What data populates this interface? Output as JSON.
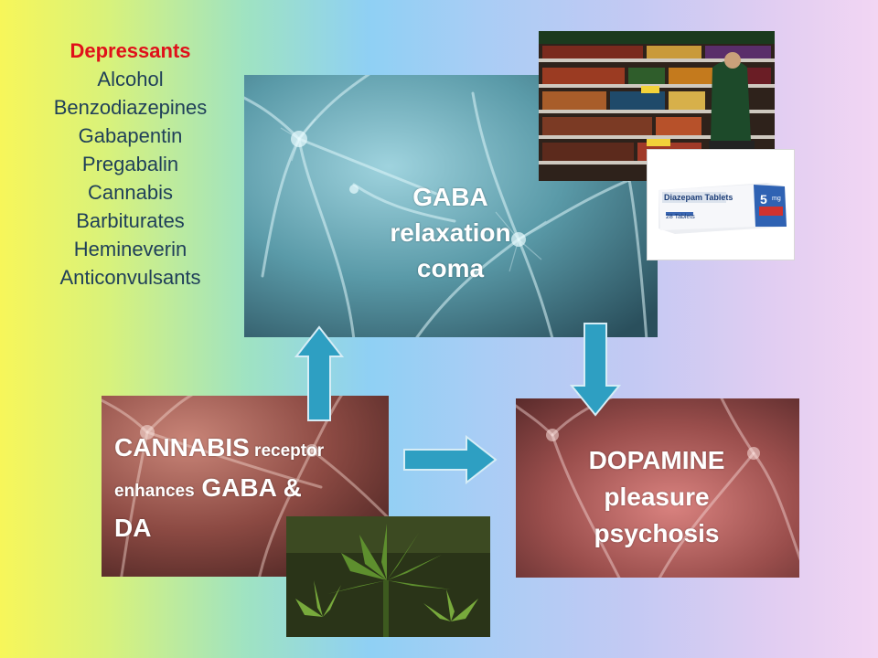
{
  "depressants": {
    "title": "Depressants",
    "items": [
      "Alcohol",
      "Benzodiazepines",
      "Gabapentin",
      "Pregabalin",
      "Cannabis",
      "Barbiturates",
      "Hemineverin",
      "Anticonvulsants"
    ]
  },
  "gaba_panel": {
    "line1": "GABA",
    "line2": "relaxation",
    "line3": "coma"
  },
  "dopamine_panel": {
    "line1": "DOPAMINE",
    "line2": "pleasure",
    "line3": "psychosis"
  },
  "cannabis_panel": {
    "big1": "CANNABIS",
    "small1": " receptor",
    "small2": "enhances",
    "big2": " GABA &",
    "big3": "DA"
  },
  "diazepam_box": {
    "name": "Diazepam Tablets",
    "count": "28",
    "count_label": "Tablets",
    "dose": "5",
    "dose_unit": "mg"
  },
  "colors": {
    "arrow_fill": "#2e9fc2",
    "arrow_stroke": "#d6edf6",
    "title_red": "#e0101a",
    "list_text": "#1f3f59"
  }
}
